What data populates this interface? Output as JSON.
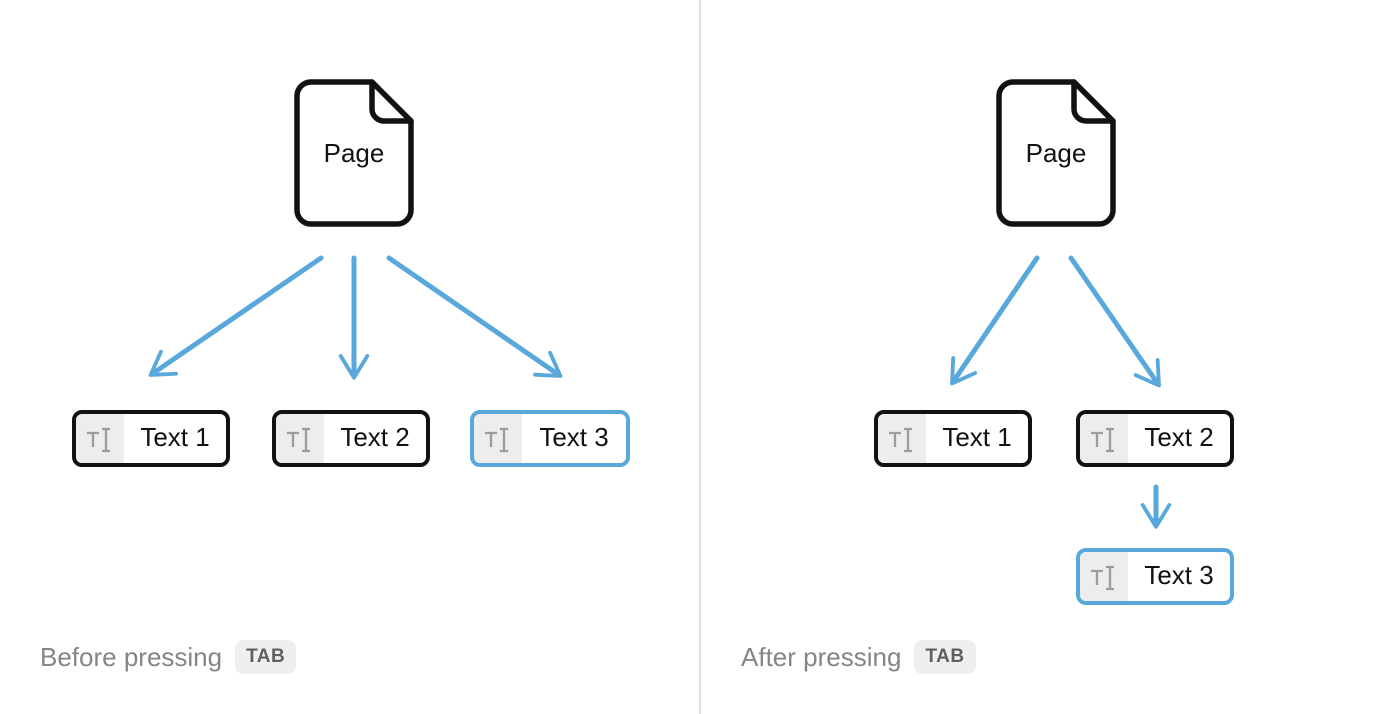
{
  "colors": {
    "accent-blue": "#58a8dc",
    "ink": "#121212",
    "icon-gray": "#9c9c9c",
    "icon-bg": "#ededed",
    "caption-gray": "#858585",
    "kbd-bg": "#efefef",
    "kbd-text": "#5f5f5f",
    "divider": "#e1e1e1"
  },
  "icons": {
    "page-icon": "document-with-folded-corner",
    "text-cursor-icon": "letter-T-with-ibeam-cursor"
  },
  "panels": [
    {
      "id": "before",
      "caption": "Before pressing",
      "kbd": "TAB",
      "page": {
        "label": "Page"
      },
      "blocks": [
        {
          "label": "Text 1",
          "highlighted": false,
          "parent": "Page"
        },
        {
          "label": "Text 2",
          "highlighted": false,
          "parent": "Page"
        },
        {
          "label": "Text 3",
          "highlighted": true,
          "parent": "Page"
        }
      ]
    },
    {
      "id": "after",
      "caption": "After pressing",
      "kbd": "TAB",
      "page": {
        "label": "Page"
      },
      "blocks": [
        {
          "label": "Text 1",
          "highlighted": false,
          "parent": "Page"
        },
        {
          "label": "Text 2",
          "highlighted": false,
          "parent": "Page"
        },
        {
          "label": "Text 3",
          "highlighted": true,
          "parent": "Text 2"
        }
      ]
    }
  ]
}
